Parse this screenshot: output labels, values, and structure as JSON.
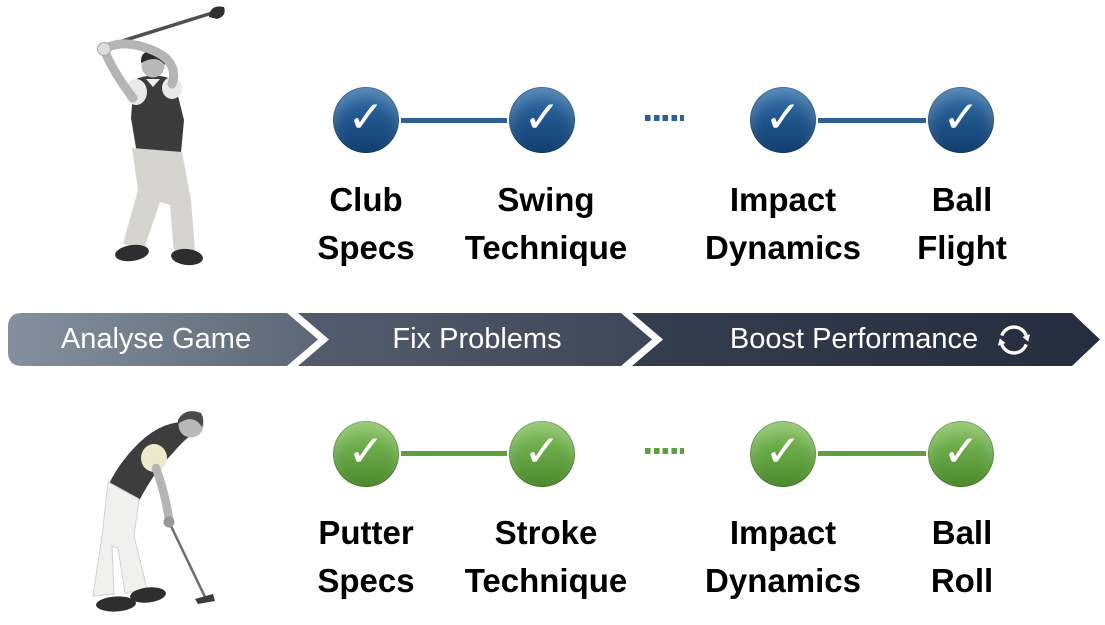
{
  "banner": {
    "text_color": "#ffffff",
    "segments": [
      {
        "label": "Analyse Game",
        "color_from": "#86919f",
        "color_to": "#5b6675"
      },
      {
        "label": "Fix Problems",
        "color_from": "#515b6c",
        "color_to": "#3c4656"
      },
      {
        "label": "Boost Performance",
        "color_from": "#333d4d",
        "color_to": "#242d3d",
        "icon": "refresh-icon"
      }
    ]
  },
  "swing_track": {
    "check_glyph": "✓",
    "node_color_top": "#2e6da9",
    "node_color_bottom": "#123e6e",
    "connector_color": "#2e5f96",
    "label_color": "#000000",
    "steps": [
      {
        "line1": "Club",
        "line2": "Specs"
      },
      {
        "line1": "Swing",
        "line2": "Technique"
      },
      {
        "line1": "Impact",
        "line2": "Dynamics"
      },
      {
        "line1": "Ball",
        "line2": "Flight"
      }
    ]
  },
  "putting_track": {
    "check_glyph": "✓",
    "node_color_top": "#83c15d",
    "node_color_bottom": "#4b8a2d",
    "connector_color": "#5d9e3f",
    "label_color": "#000000",
    "steps": [
      {
        "line1": "Putter",
        "line2": "Specs"
      },
      {
        "line1": "Stroke",
        "line2": "Technique"
      },
      {
        "line1": "Impact",
        "line2": "Dynamics"
      },
      {
        "line1": "Ball",
        "line2": "Roll"
      }
    ]
  },
  "images": {
    "top": "golfer-full-swing-grayscale-photo",
    "bottom": "golfer-putting-grayscale-photo"
  }
}
